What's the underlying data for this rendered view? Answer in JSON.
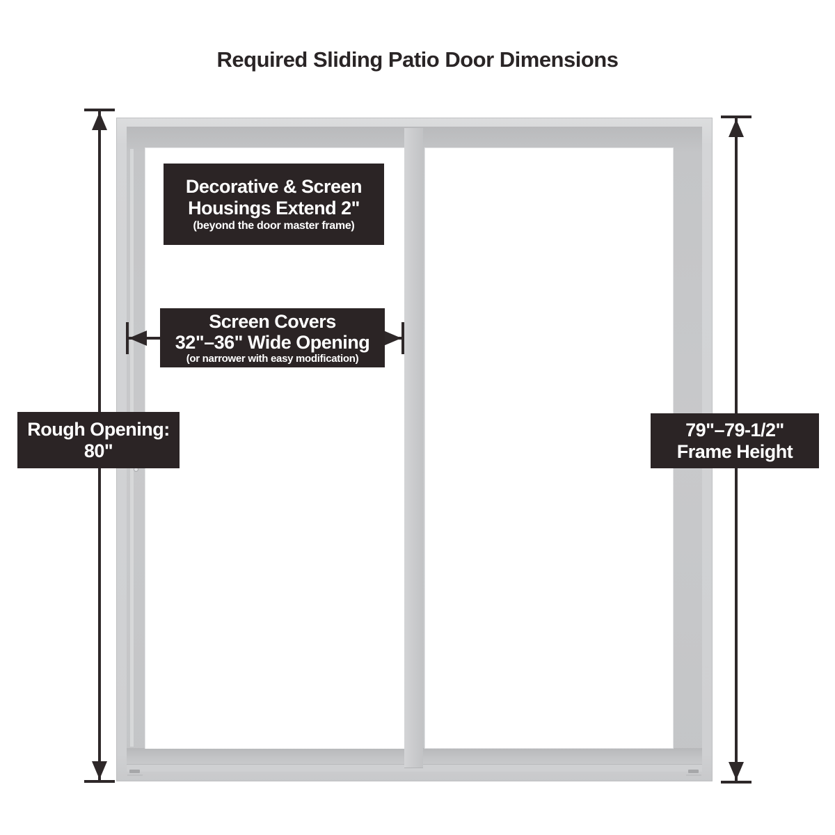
{
  "title": "Required Sliding Patio Door Dimensions",
  "colors": {
    "background": "#ffffff",
    "title_text": "#2a2526",
    "label_bg": "#2b2425",
    "label_text": "#ffffff",
    "line": "#2e2829",
    "frame_light": "#d4d5d7",
    "frame_mid": "#c6c7c9",
    "glass": "#ffffff"
  },
  "labels": {
    "housings": {
      "line1": "Decorative & Screen",
      "line2": "Housings Extend 2\"",
      "note": "(beyond the door master frame)"
    },
    "screen_covers": {
      "line1": "Screen Covers",
      "line2": "32\"–36\" Wide Opening",
      "note": "(or narrower with easy modification)"
    },
    "rough_opening": {
      "line1": "Rough Opening:",
      "line2": "80\""
    },
    "frame_height": {
      "line1": "79\"–79-1/2\"",
      "line2": "Frame Height"
    }
  }
}
